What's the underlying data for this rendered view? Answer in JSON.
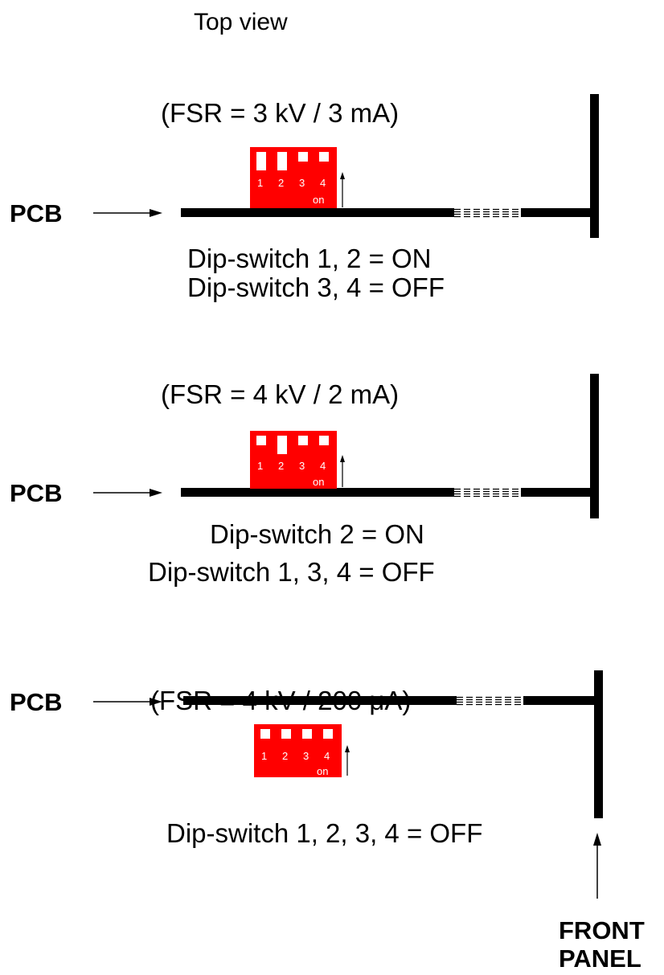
{
  "title": "Top view",
  "colors": {
    "switch_body": "#ff0000",
    "line": "#000000",
    "switch_slot": "#ffffff"
  },
  "panels": [
    {
      "fsr": "(FSR = 3 kV / 3 mA)",
      "pcb_label": "PCB",
      "on_label": "on",
      "switch_numbers": [
        "1",
        "2",
        "3",
        "4"
      ],
      "switch_states": [
        "on",
        "on",
        "off",
        "off"
      ],
      "desc_line1": "Dip-switch 1, 2 = ON",
      "desc_line2": "Dip-switch 3, 4 = OFF"
    },
    {
      "fsr": "(FSR = 4 kV / 2 mA)",
      "pcb_label": "PCB",
      "on_label": "on",
      "switch_numbers": [
        "1",
        "2",
        "3",
        "4"
      ],
      "switch_states": [
        "off",
        "on",
        "off",
        "off"
      ],
      "desc_line1": "Dip-switch 2 = ON",
      "desc_line2": "Dip-switch 1, 3, 4 = OFF"
    },
    {
      "fsr": "(FSR = 4 kV / 200 μA)",
      "pcb_label": "PCB",
      "on_label": "on",
      "switch_numbers": [
        "1",
        "2",
        "3",
        "4"
      ],
      "switch_states": [
        "off",
        "off",
        "off",
        "off"
      ],
      "desc_line1": "Dip-switch 1, 2, 3, 4 = OFF",
      "desc_line2": ""
    }
  ],
  "front_panel": {
    "line1": "FRONT",
    "line2": "PANEL"
  }
}
